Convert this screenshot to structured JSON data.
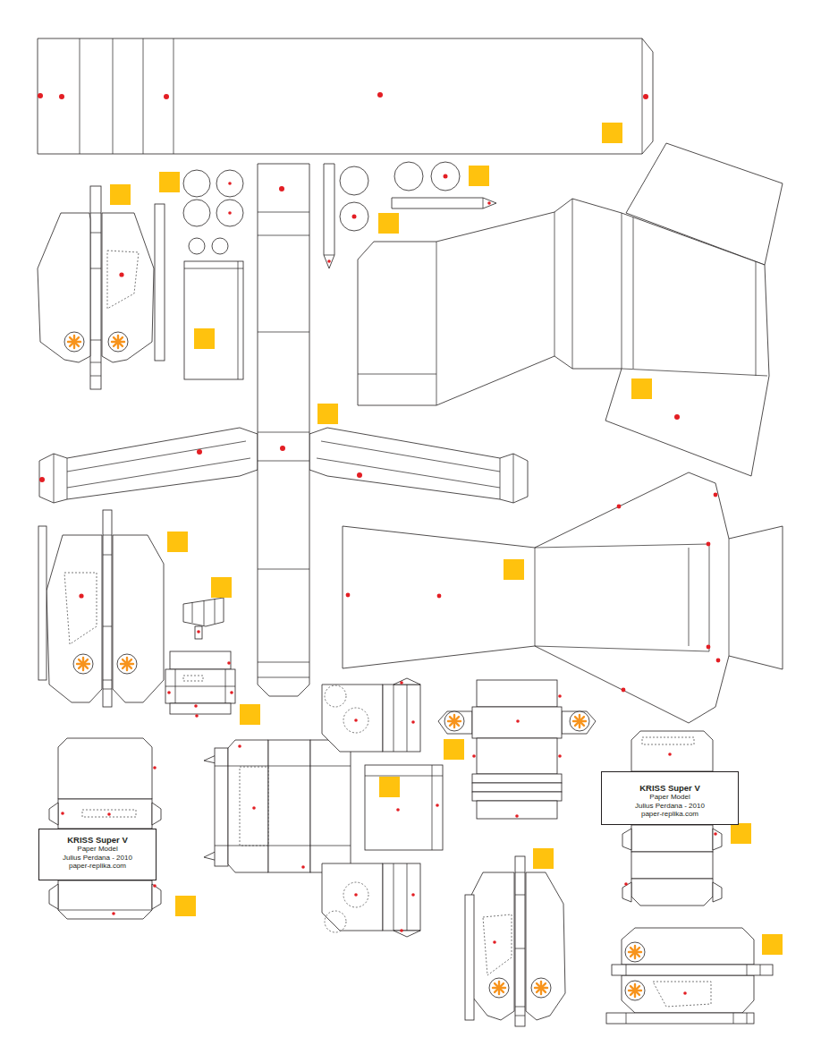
{
  "diagram": {
    "nodes": [
      {
        "text": [
          "KRISS Super V",
          "Paper Model",
          "Julius Perdana - 2010",
          "paper-replika.com"
        ]
      },
      {
        "text": [
          "KRISS Super V",
          "Paper Model",
          "Julius Perdana - 2010",
          "paper-replika.com"
        ]
      }
    ]
  }
}
